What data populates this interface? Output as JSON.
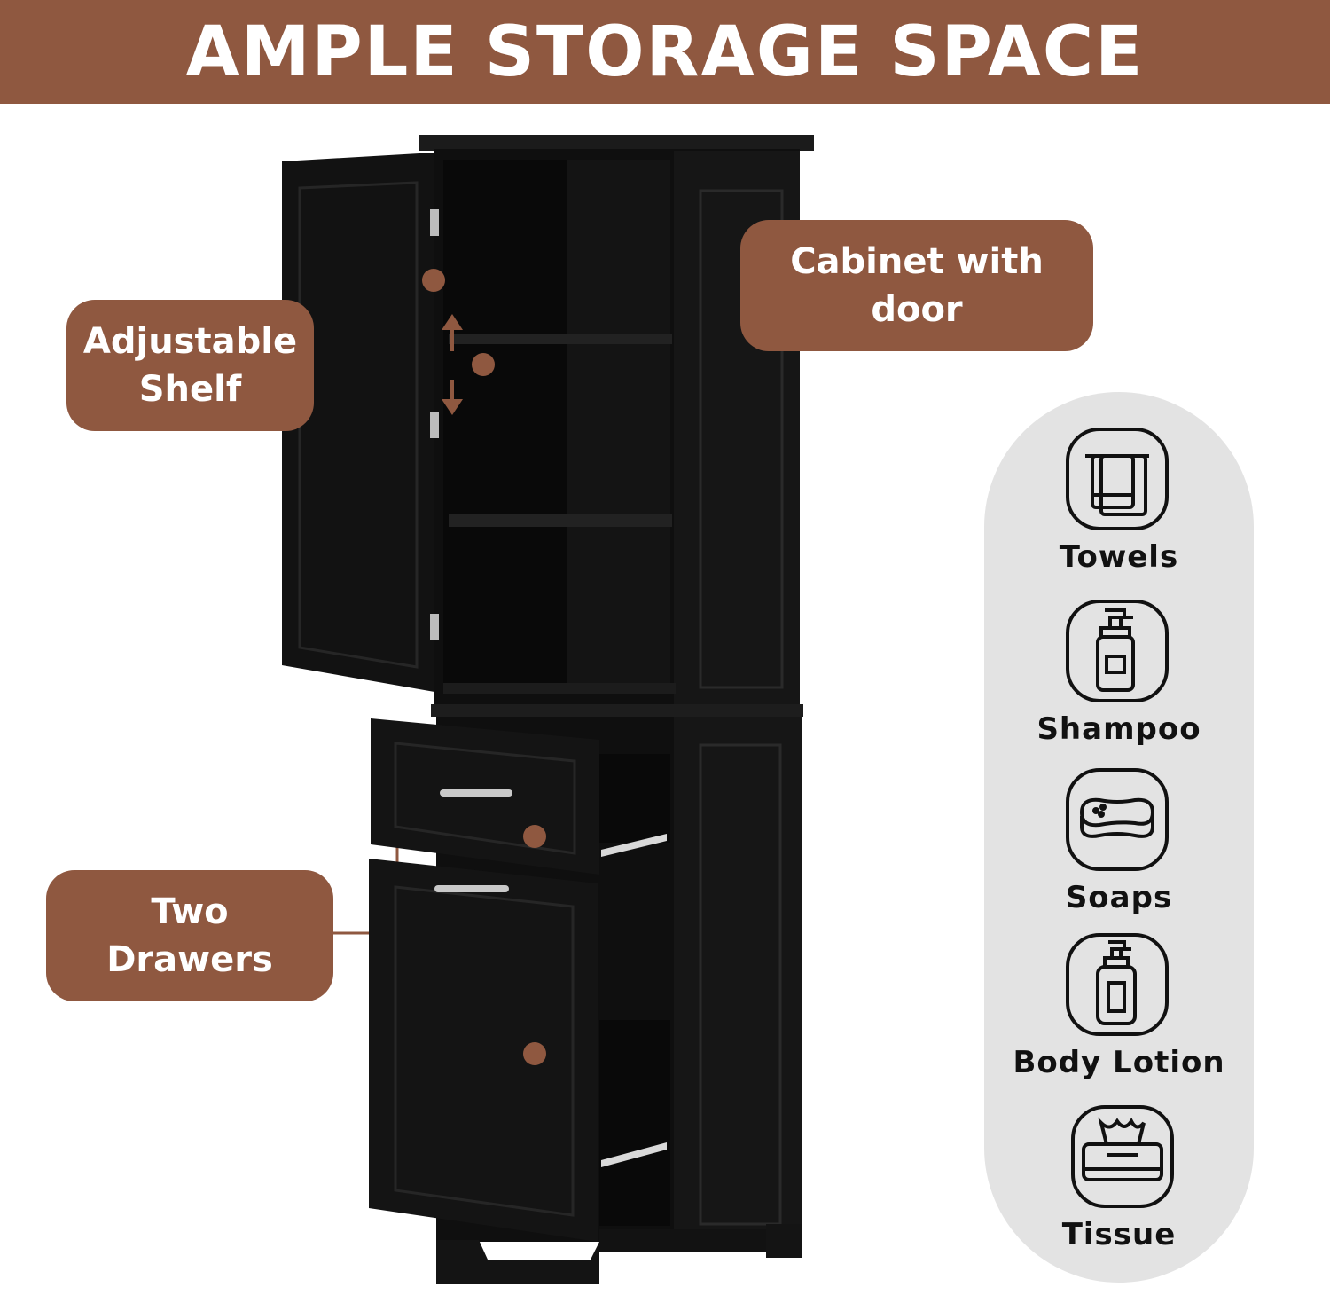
{
  "banner": {
    "title": "AMPLE STORAGE SPACE"
  },
  "callouts": {
    "shelf": [
      "Adjustable",
      "Shelf"
    ],
    "cabinet": [
      "Cabinet with",
      "door"
    ],
    "drawers": [
      "Two",
      "Drawers"
    ]
  },
  "uses": [
    {
      "label": "Towels",
      "icon": "towel-icon"
    },
    {
      "label": "Shampoo",
      "icon": "shampoo-bottle-icon"
    },
    {
      "label": "Soaps",
      "icon": "soap-icon"
    },
    {
      "label": "Body Lotion",
      "icon": "lotion-bottle-icon"
    },
    {
      "label": "Tissue",
      "icon": "tissue-box-icon"
    }
  ],
  "colors": {
    "accent": "#8f5840",
    "panel": "#e3e3e3",
    "cabinet": "#111111"
  }
}
